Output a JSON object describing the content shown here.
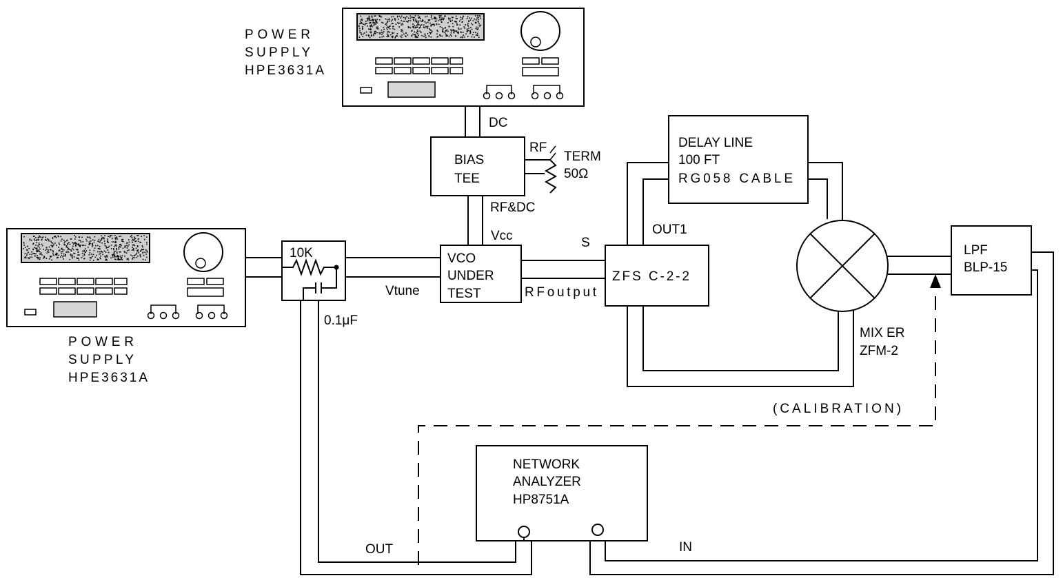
{
  "diagram": {
    "power_supply_top": [
      "POWER",
      "SUPPLY",
      "HPE3631A"
    ],
    "power_supply_left": [
      "POWER",
      "SUPPLY",
      "HPE3631A"
    ],
    "bias_tee": [
      "BIAS",
      "TEE"
    ],
    "vco": [
      "VCO",
      "UNDER",
      "TEST"
    ],
    "splitter": "ZFS C-2-2",
    "delay_line": [
      "DELAY LINE",
      "100 FT",
      "RG058 CABLE"
    ],
    "mixer": [
      "MIX ER",
      "ZFM-2"
    ],
    "lpf": [
      "LPF",
      "BLP-15"
    ],
    "network_analyzer": [
      "NETWORK",
      "ANALYZER",
      "HP8751A"
    ],
    "labels": {
      "dc": "DC",
      "rf": "RF",
      "term": "TERM",
      "ohm": "50Ω",
      "rf_dc": "RF&DC",
      "vcc": "Vcc",
      "vtune": "Vtune",
      "s": "S",
      "rf_output": "RFoutput",
      "out1": "OUT1",
      "resistor": "10K",
      "capacitor": "0.1μF",
      "calibration": "(CALIBRATION)",
      "out": "OUT",
      "in": "IN"
    }
  }
}
